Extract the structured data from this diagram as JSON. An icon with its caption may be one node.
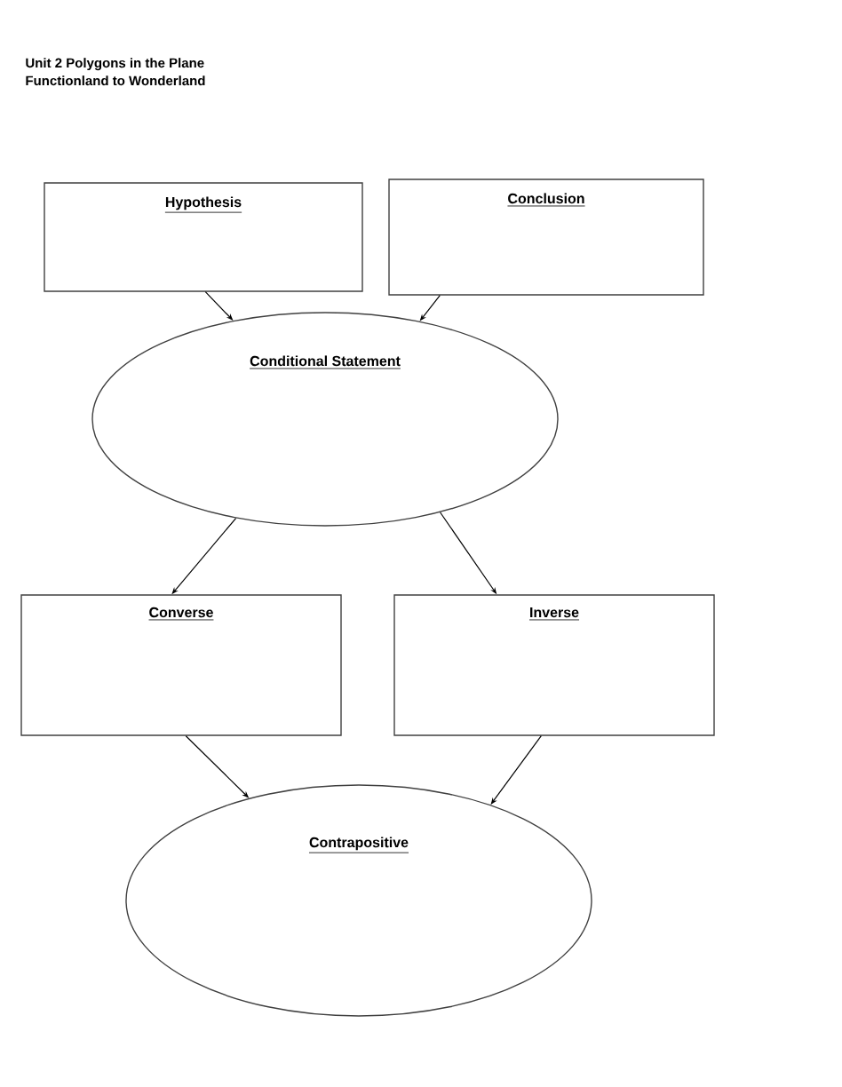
{
  "diagram": {
    "title": "Unit 2 Polygons in the Plane",
    "nodes": [
      {
        "text": [
          "Hypothesis"
        ]
      },
      {
        "text": [
          "Conclusion"
        ]
      },
      {
        "text": [
          "Conditional Statement"
        ]
      },
      {
        "text": [
          "Converse"
        ]
      },
      {
        "text": [
          "Inverse"
        ]
      },
      {
        "text": [
          "Contrapositive"
        ]
      }
    ],
    "edges": [
      {
        "from": 0,
        "to": 2,
        "arrow": "to"
      },
      {
        "from": 1,
        "to": 2,
        "arrow": "to"
      },
      {
        "from": 2,
        "to": 3,
        "arrow": "to"
      },
      {
        "from": 2,
        "to": 4,
        "arrow": "to"
      },
      {
        "from": 3,
        "to": 5,
        "arrow": "to"
      },
      {
        "from": 4,
        "to": 5,
        "arrow": "to"
      }
    ],
    "labels": [
      "Functionland to Wonderland"
    ]
  }
}
